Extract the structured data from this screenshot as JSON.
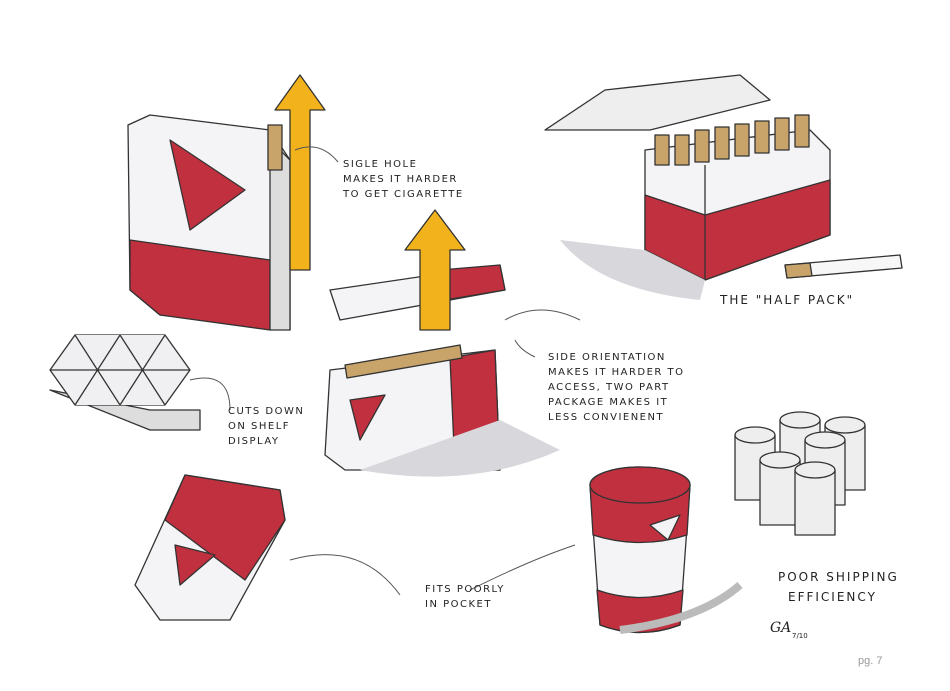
{
  "notes": {
    "single_hole": [
      "Sigle hole",
      "makes it harder",
      "to get cigarette"
    ],
    "side_orientation": [
      "Side orientation",
      "makes it harder to",
      "access, two part",
      "package makes it",
      "less convienent"
    ],
    "shelf": [
      "Cuts down",
      "on shelf",
      "display"
    ],
    "pocket": [
      "Fits poorly",
      "in pocket"
    ],
    "half_pack": "The \"Half pack\"",
    "shipping": [
      "Poor shipping",
      "efficiency"
    ]
  },
  "signature": "GA",
  "date": "7/10",
  "page_number": "pg. 7",
  "colors": {
    "red": "#c0303e",
    "yellow": "#f2b21c",
    "gray": "#d8d8dc",
    "tan": "#c9a46a"
  }
}
